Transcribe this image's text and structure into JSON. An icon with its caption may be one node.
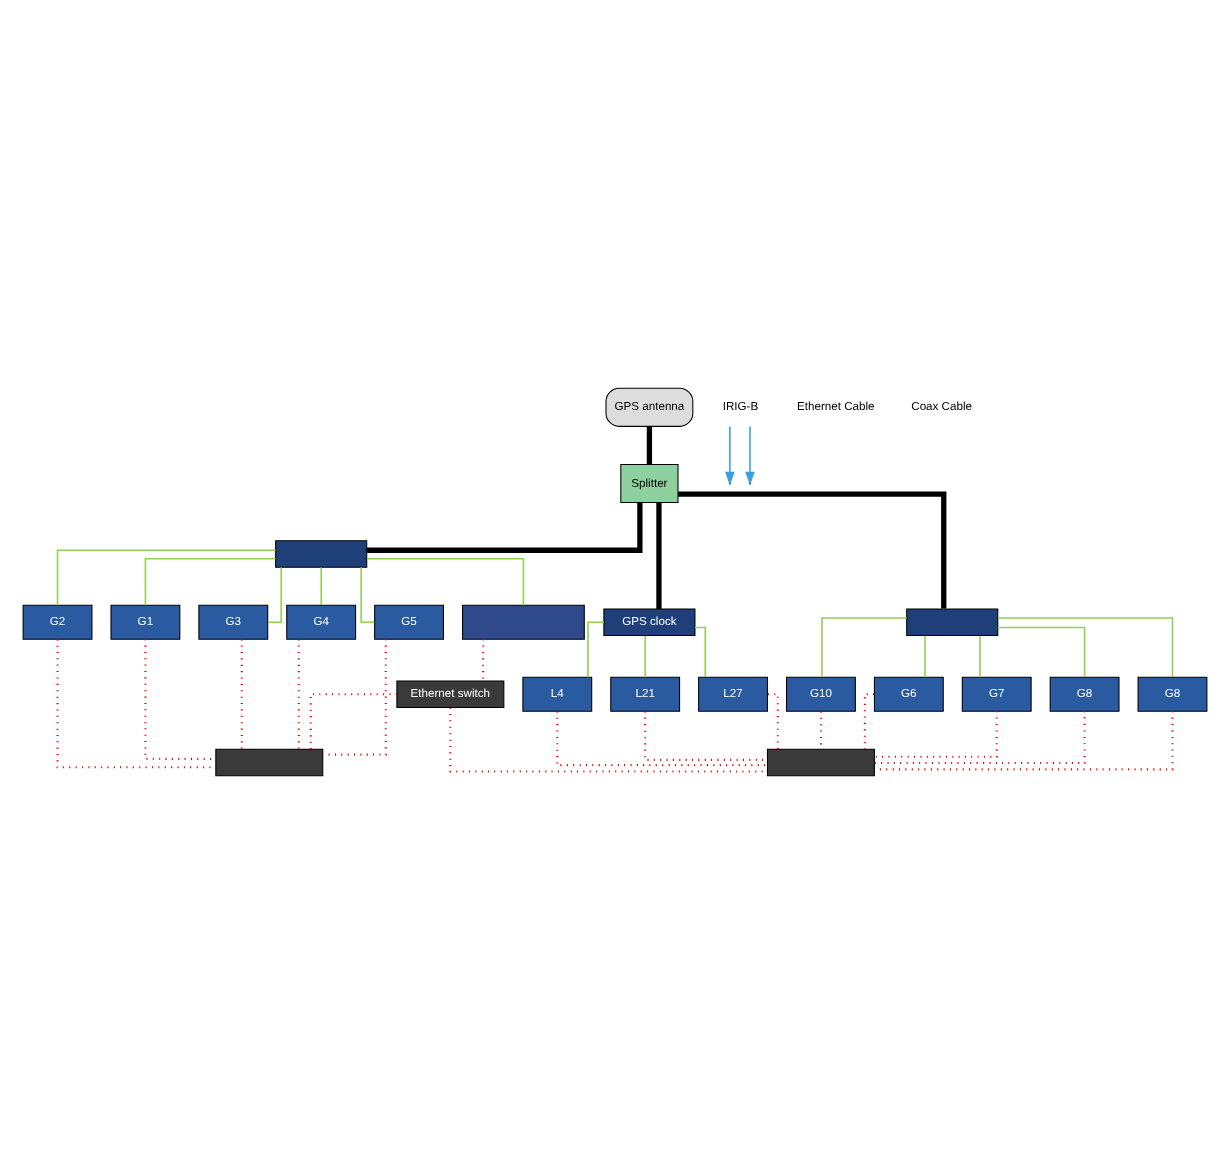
{
  "diagram": {
    "nodes": [
      {
        "text": [
          "GPS antenna"
        ]
      },
      {
        "text": [
          "Splitter"
        ]
      },
      {
        "text": [],
        "shape": "box"
      },
      {
        "text": [
          "Ethernet switch"
        ]
      },
      {
        "text": [],
        "shape": "box"
      },
      {
        "text": [
          "G1"
        ]
      },
      {
        "text": [
          "G2"
        ]
      },
      {
        "text": [
          "G3"
        ]
      },
      {
        "text": [
          "G4"
        ]
      },
      {
        "text": [
          "G5"
        ]
      },
      {
        "text": [],
        "shape": "box"
      },
      {
        "text": [],
        "shape": "box"
      },
      {
        "text": [
          "G6"
        ]
      },
      {
        "text": [
          "G7"
        ]
      },
      {
        "text": [
          "G8"
        ]
      },
      {
        "text": [
          "G8"
        ]
      },
      {
        "text": [
          "G10"
        ]
      },
      {
        "text": [],
        "shape": "box"
      },
      {
        "text": [
          "GPS clock"
        ]
      },
      {
        "text": [
          "L4"
        ]
      },
      {
        "text": [
          "L21"
        ]
      },
      {
        "text": [
          "L27"
        ]
      },
      {
        "text": [
          "IRIG-B"
        ]
      }
    ],
    "edges": [
      {
        "from": 0,
        "to": 1,
        "arrow": "none",
        "style": "thick",
        "color": "#000000"
      },
      {
        "from": 1,
        "to": 4,
        "arrow": "none",
        "style": "thick",
        "color": "#000000"
      },
      {
        "from": 1,
        "to": 11,
        "arrow": "none",
        "style": "thick",
        "color": "#000000"
      },
      {
        "from": 1,
        "to": 18,
        "arrow": "none",
        "style": "thick",
        "color": "#000000"
      },
      {
        "from": 22,
        "to": null,
        "arrow": "to",
        "color": "#3aa0e0"
      },
      {
        "from": 22,
        "to": null,
        "arrow": "to",
        "color": "#3aa0e0"
      },
      {
        "from": 4,
        "to": 2,
        "arrow": "none",
        "color": "#92d050"
      },
      {
        "from": 4,
        "to": 5,
        "arrow": "none",
        "color": "#92d050"
      },
      {
        "from": 4,
        "to": 6,
        "arrow": "none",
        "color": "#92d050"
      },
      {
        "from": 4,
        "to": 7,
        "arrow": "none",
        "color": "#92d050"
      },
      {
        "from": 4,
        "to": 8,
        "arrow": "none",
        "color": "#92d050"
      },
      {
        "from": 4,
        "to": 9,
        "arrow": "none",
        "color": "#92d050"
      },
      {
        "from": 11,
        "to": 12,
        "arrow": "none",
        "color": "#92d050"
      },
      {
        "from": 11,
        "to": 13,
        "arrow": "none",
        "color": "#92d050"
      },
      {
        "from": 11,
        "to": 14,
        "arrow": "none",
        "color": "#92d050"
      },
      {
        "from": 11,
        "to": 15,
        "arrow": "none",
        "color": "#92d050"
      },
      {
        "from": 11,
        "to": 16,
        "arrow": "none",
        "color": "#92d050"
      },
      {
        "from": 18,
        "to": 19,
        "arrow": "none",
        "color": "#92d050"
      },
      {
        "from": 18,
        "to": 20,
        "arrow": "none",
        "color": "#92d050"
      },
      {
        "from": 18,
        "to": 21,
        "arrow": "none",
        "color": "#92d050"
      },
      {
        "from": 2,
        "to": 3,
        "arrow": "none",
        "style": "dashed",
        "color": "#e00000"
      },
      {
        "from": 3,
        "to": 10,
        "arrow": "none",
        "style": "dashed",
        "color": "#e00000"
      },
      {
        "from": 3,
        "to": 17,
        "arrow": "none",
        "style": "dashed",
        "color": "#e00000"
      },
      {
        "from": 5,
        "to": 10,
        "arrow": "none",
        "style": "dashed",
        "color": "#e00000"
      },
      {
        "from": 6,
        "to": 10,
        "arrow": "none",
        "style": "dashed",
        "color": "#e00000"
      },
      {
        "from": 7,
        "to": 10,
        "arrow": "none",
        "style": "dashed",
        "color": "#e00000"
      },
      {
        "from": 8,
        "to": 10,
        "arrow": "none",
        "style": "dashed",
        "color": "#e00000"
      },
      {
        "from": 9,
        "to": 10,
        "arrow": "none",
        "style": "dashed",
        "color": "#e00000"
      },
      {
        "from": 12,
        "to": 17,
        "arrow": "none",
        "style": "dashed",
        "color": "#e00000"
      },
      {
        "from": 13,
        "to": 17,
        "arrow": "none",
        "style": "dashed",
        "color": "#e00000"
      },
      {
        "from": 14,
        "to": 17,
        "arrow": "none",
        "style": "dashed",
        "color": "#e00000"
      },
      {
        "from": 15,
        "to": 17,
        "arrow": "none",
        "style": "dashed",
        "color": "#e00000"
      },
      {
        "from": 16,
        "to": 17,
        "arrow": "none",
        "style": "dashed",
        "color": "#e00000"
      },
      {
        "from": 19,
        "to": 17,
        "arrow": "none",
        "style": "dashed",
        "color": "#e00000"
      },
      {
        "from": 20,
        "to": 17,
        "arrow": "none",
        "style": "dashed",
        "color": "#e00000"
      },
      {
        "from": 21,
        "to": 17,
        "arrow": "none",
        "style": "dashed",
        "color": "#e00000"
      }
    ],
    "legend": [
      {
        "text": "Ethernet Cable"
      },
      {
        "text": "Coax Cable"
      }
    ]
  }
}
